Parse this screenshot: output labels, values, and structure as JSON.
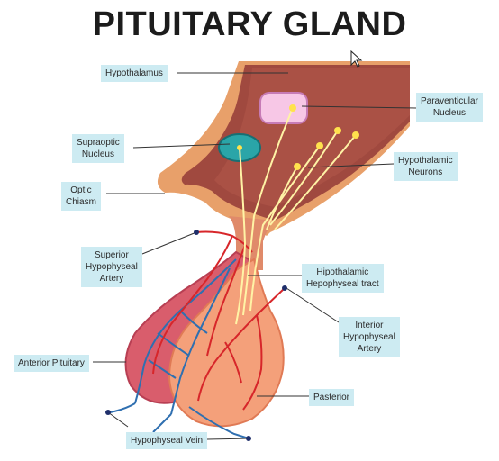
{
  "title": "PITUITARY GLAND",
  "labels": {
    "hypothalamus": [
      "Hypothalamus"
    ],
    "paraventricular": [
      "Paraventicular",
      "Nucleus"
    ],
    "supraoptic": [
      "Supraoptic",
      "Nucleus"
    ],
    "hypothalamic_neurons": [
      "Hypothalamic",
      "Neurons"
    ],
    "optic_chiasm": [
      "Optic",
      "Chiasm"
    ],
    "superior_artery": [
      "Superior",
      "Hypophyseal",
      "Artery"
    ],
    "tract": [
      "Hipothalamic",
      "Hepophyseal tract"
    ],
    "interior_artery": [
      "Interior",
      "Hypophyseal",
      "Artery"
    ],
    "anterior_pituitary": [
      "Anterior Pituitary"
    ],
    "posterior": [
      "Pasterior"
    ],
    "vein": [
      "Hypophyseal Vein"
    ]
  },
  "colors": {
    "hypothalamus_outer": "#e8a06a",
    "hypothalamus_inner": "#a0493f",
    "anterior_lobe": "#d95d6c",
    "posterior_lobe": "#f4a07a",
    "artery": "#d7262a",
    "vein": "#2f6fb0",
    "nerve": "#fff3a6",
    "label_bg": "#cdebf2"
  },
  "icons": {
    "cursor": "mouse-pointer-icon"
  }
}
